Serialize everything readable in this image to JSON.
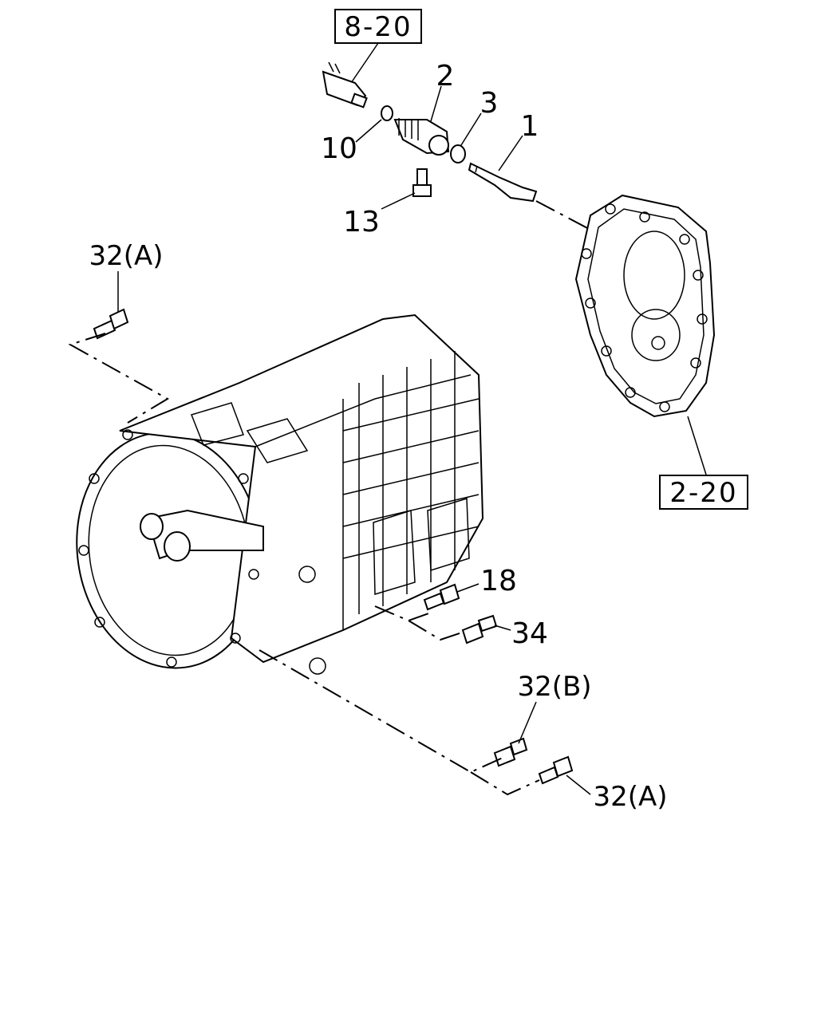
{
  "refs": {
    "top": "8-20",
    "right": "2-20"
  },
  "callouts": {
    "c1": "1",
    "c2": "2",
    "c3": "3",
    "c10": "10",
    "c13": "13",
    "c18": "18",
    "c34": "34",
    "c32a_top": "32(A)",
    "c32b": "32(B)",
    "c32a_bottom": "32(A)"
  }
}
